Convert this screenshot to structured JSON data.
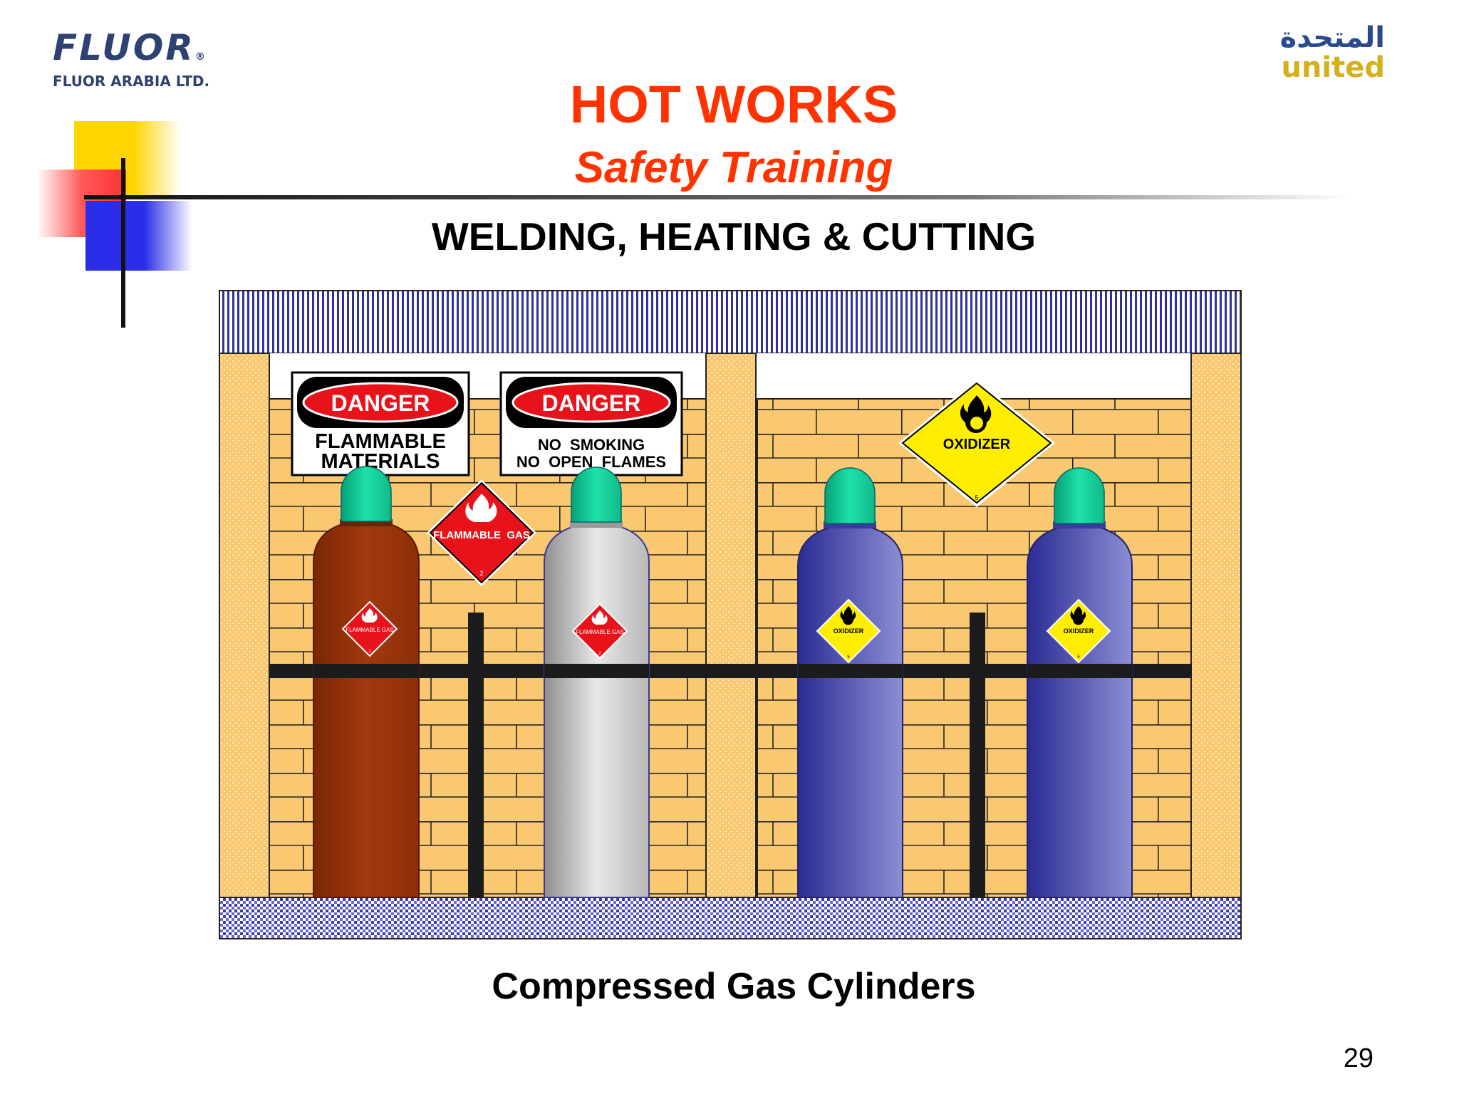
{
  "header": {
    "left_logo": {
      "brand": "FLUOR",
      "registered": "®",
      "subtitle": "FLUOR ARABIA LTD."
    },
    "right_logo": {
      "arabic": "المتحدة",
      "english": "united"
    }
  },
  "title": {
    "main": "HOT WORKS",
    "sub": "Safety Training"
  },
  "heading": "WELDING, HEATING & CUTTING",
  "illustration": {
    "signs": [
      {
        "header": "DANGER",
        "line1": "FLAMMABLE",
        "line2": "MATERIALS"
      },
      {
        "header": "DANGER",
        "line1": "NO  SMOKING",
        "line2": "NO  OPEN  FLAMES"
      }
    ],
    "wall_diamonds": [
      {
        "label": "FLAMMABLE  GAS",
        "class_number": "2",
        "color": "#e8121a"
      },
      {
        "label": "OXIDIZER",
        "class_number": "5",
        "color": "#ffee00"
      }
    ],
    "cylinders": [
      {
        "label": "FLAMMABLE GAS",
        "class_number": "2",
        "body_color": "#963009",
        "label_color": "#e8121a"
      },
      {
        "label": "FLAMMABLE GAS",
        "class_number": "2",
        "body_color": "#c9c9c9",
        "label_color": "#e8121a"
      },
      {
        "label": "OXIDIZER",
        "class_number": "5",
        "body_color": "#5557b5",
        "label_color": "#ffee00"
      },
      {
        "label": "OXIDIZER",
        "class_number": "5",
        "body_color": "#5557b5",
        "label_color": "#ffee00"
      }
    ],
    "colors": {
      "brick": "#f9c870",
      "cap": "#12d39a",
      "rail": "#1c1c1c",
      "stripes": "#3030a0"
    }
  },
  "caption": "Compressed Gas Cylinders",
  "page_number": "29"
}
